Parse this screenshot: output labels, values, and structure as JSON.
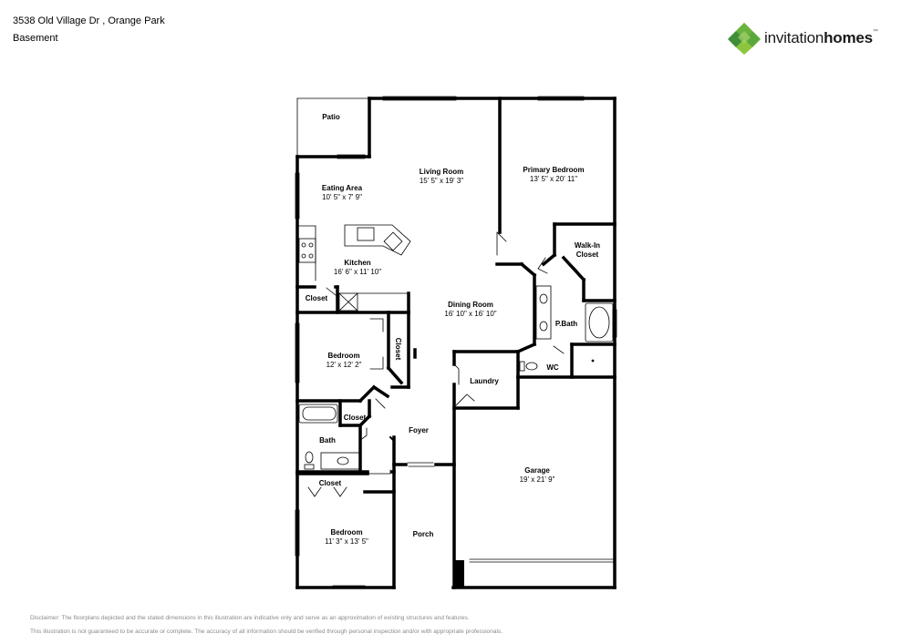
{
  "header": {
    "address": "3538 Old Village Dr , Orange Park",
    "level": "Basement"
  },
  "logo": {
    "brand_light": "invitation",
    "brand_bold": "homes",
    "colors": {
      "green_dark": "#3f8f3a",
      "green_light": "#8cc63f",
      "green_mid": "#5aa83c"
    }
  },
  "rooms": [
    {
      "name": "Patio",
      "dims": ""
    },
    {
      "name": "Living Room",
      "dims": "15' 5\" x 19' 3\""
    },
    {
      "name": "Primary Bedroom",
      "dims": "13' 5\" x 20' 11\""
    },
    {
      "name": "Eating Area",
      "dims": "10' 5\" x 7' 9\""
    },
    {
      "name": "Kitchen",
      "dims": "16' 6\" x 11' 10\""
    },
    {
      "name": "Walk-In",
      "dims": "Closet"
    },
    {
      "name": "Closet",
      "dims": ""
    },
    {
      "name": "Dining Room",
      "dims": "16' 10\" x 16' 10\""
    },
    {
      "name": "P.Bath",
      "dims": ""
    },
    {
      "name": "Bedroom",
      "dims": "12' x 12' 2\""
    },
    {
      "name": "Closet",
      "dims": ""
    },
    {
      "name": "Laundry",
      "dims": ""
    },
    {
      "name": "WC",
      "dims": ""
    },
    {
      "name": "Closet",
      "dims": ""
    },
    {
      "name": "Bath",
      "dims": ""
    },
    {
      "name": "Foyer",
      "dims": ""
    },
    {
      "name": "Garage",
      "dims": "19' x 21' 9\""
    },
    {
      "name": "Closet",
      "dims": ""
    },
    {
      "name": "Bedroom",
      "dims": "11' 3\" x 13' 5\""
    },
    {
      "name": "Porch",
      "dims": ""
    }
  ],
  "disclaimer": {
    "line1": "Disclaimer: The floorplans depicted and the stated dimensions in this illustration are indicative only and serve as an approximation of existing structures and features.",
    "line2": "This illustration is not guaranteed to be accurate or complete. The accuracy of all information should be verified through personal inspection and/or with appropriate professionals."
  }
}
